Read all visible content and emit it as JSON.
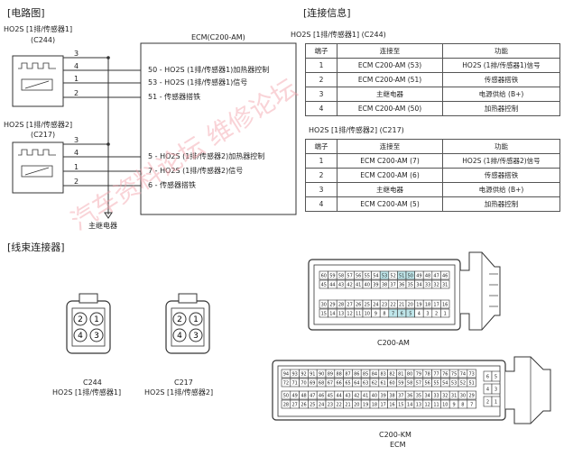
{
  "headers": {
    "circuit": "[电路图]",
    "connection": "[连接信息]",
    "harness": "[线束连接器]"
  },
  "circuit": {
    "sensor1": {
      "title": "HO2S [1排/传感器1]",
      "code": "(C244)",
      "pins": [
        "3",
        "4",
        "1",
        "2"
      ]
    },
    "sensor2": {
      "title": "HO2S [1排/传感器2]",
      "code": "(C217)",
      "pins": [
        "3",
        "4",
        "1",
        "2"
      ]
    },
    "ecm_title": "ECM(C200-AM)",
    "ecm_pins_1": [
      "50 - HO2S (1排/传感器1)加热器控制",
      "53 - HO2S (1排/传感器1)信号",
      "51 - 传感器搭铁"
    ],
    "ecm_pins_2": [
      "5 - HO2S (1排/传感器2)加热器控制",
      "7 - HO2S (1排/传感器2)信号",
      "6 - 传感器搭铁"
    ],
    "main_relay": "主继电器"
  },
  "table1": {
    "title": "HO2S [1排/传感器1] (C244)",
    "headers": [
      "端子",
      "连接至",
      "功能"
    ],
    "rows": [
      [
        "1",
        "ECM C200-AM (53)",
        "HO2S (1排/传感器1)信号"
      ],
      [
        "2",
        "ECM C200-AM (51)",
        "传感器搭铁"
      ],
      [
        "3",
        "主继电器",
        "电源供给 (B+)"
      ],
      [
        "4",
        "ECM C200-AM (50)",
        "加热器控制"
      ]
    ]
  },
  "table2": {
    "title": "HO2S [1排/传感器2] (C217)",
    "headers": [
      "端子",
      "连接至",
      "功能"
    ],
    "rows": [
      [
        "1",
        "ECM C200-AM (7)",
        "HO2S (1排/传感器2)信号"
      ],
      [
        "2",
        "ECM C200-AM (6)",
        "传感器搭铁"
      ],
      [
        "3",
        "主继电器",
        "电源供给 (B+)"
      ],
      [
        "4",
        "ECM C200-AM (5)",
        "加热器控制"
      ]
    ]
  },
  "connectors": {
    "c244_name": "C244",
    "c244_desc": "HO2S [1排/传感器1]",
    "c217_name": "C217",
    "c217_desc": "HO2S [1排/传感器2]",
    "small_pins": [
      "2",
      "1",
      "4",
      "3"
    ],
    "c200am_label": "C200-AM",
    "c200km_label": "C200-KM",
    "ecm_label": "ECM",
    "am_rows": [
      [
        "60",
        "59",
        "58",
        "57",
        "56",
        "55",
        "54",
        "53",
        "52",
        "51",
        "50",
        "49",
        "48",
        "47",
        "46"
      ],
      [
        "45",
        "44",
        "43",
        "42",
        "41",
        "40",
        "39",
        "38",
        "37",
        "36",
        "35",
        "34",
        "33",
        "32",
        "31"
      ],
      [
        "30",
        "29",
        "28",
        "27",
        "26",
        "25",
        "24",
        "23",
        "22",
        "21",
        "20",
        "19",
        "18",
        "17",
        "16"
      ],
      [
        "15",
        "14",
        "13",
        "12",
        "11",
        "10",
        "9",
        "8",
        "7",
        "6",
        "5",
        "4",
        "3",
        "2",
        "1"
      ]
    ],
    "am_highlight": [
      "53",
      "51",
      "50",
      "7",
      "6",
      "5"
    ],
    "km_rows": [
      [
        "94",
        "93",
        "92",
        "91",
        "90",
        "89",
        "88",
        "87",
        "86",
        "85",
        "84",
        "83",
        "82",
        "81",
        "80",
        "79",
        "78",
        "77",
        "76",
        "75",
        "74",
        "73"
      ],
      [
        "72",
        "71",
        "70",
        "69",
        "68",
        "67",
        "66",
        "65",
        "64",
        "63",
        "62",
        "61",
        "60",
        "59",
        "58",
        "57",
        "56",
        "55",
        "54",
        "53",
        "52",
        "51"
      ],
      [
        "50",
        "49",
        "48",
        "47",
        "46",
        "45",
        "44",
        "43",
        "42",
        "41",
        "40",
        "39",
        "38",
        "37",
        "36",
        "35",
        "34",
        "33",
        "32",
        "31",
        "30",
        "29"
      ],
      [
        "28",
        "27",
        "26",
        "25",
        "24",
        "23",
        "22",
        "21",
        "20",
        "19",
        "18",
        "17",
        "16",
        "15",
        "14",
        "13",
        "12",
        "11",
        "10",
        "9",
        "8",
        "7"
      ]
    ],
    "km_side": [
      "6",
      "5",
      "4",
      "3",
      "2",
      "1"
    ]
  },
  "watermark": "汽车资料论坛 维修论坛",
  "colors": {
    "highlight": "#bfe6ea",
    "watermark": "#f2a0a8",
    "line": "#333333"
  }
}
